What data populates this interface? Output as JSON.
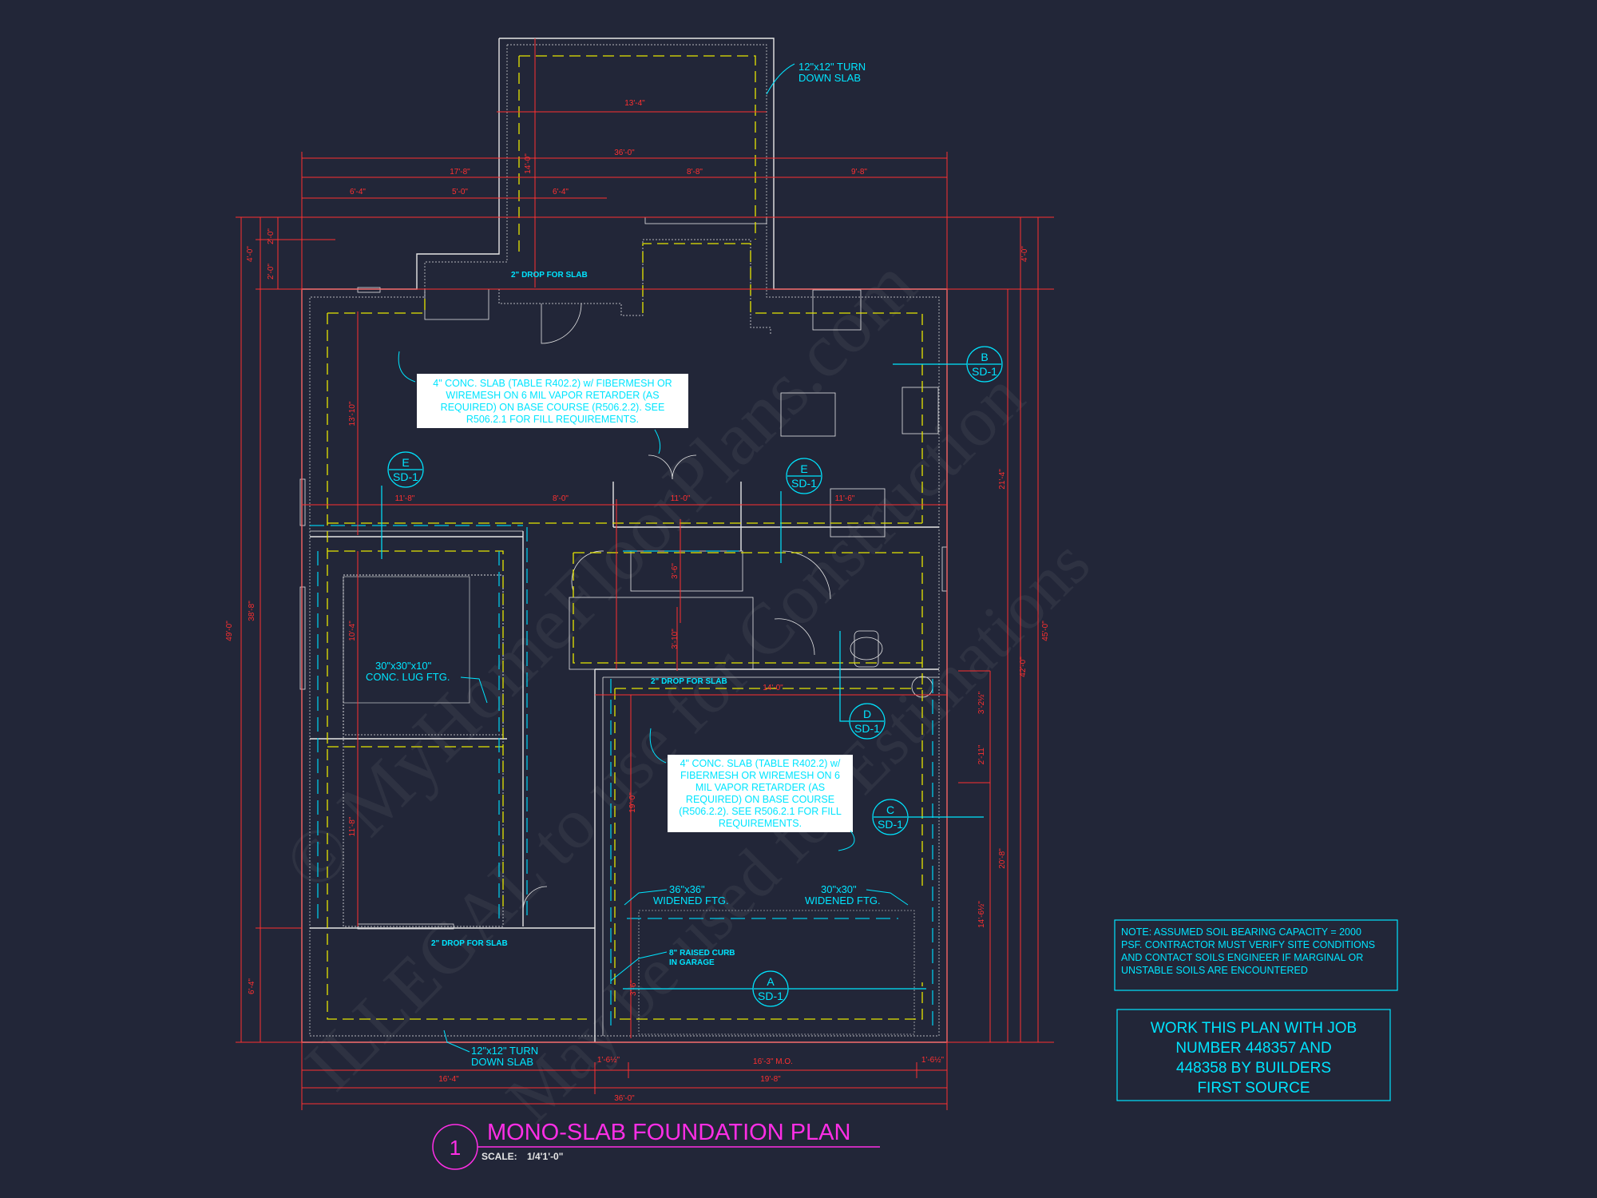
{
  "title": "MONO-SLAB FOUNDATION PLAN",
  "drawing_number": "1",
  "scale_label": "SCALE:",
  "scale_value": "1/4'1'-0\"",
  "watermark": [
    "© MyHomeFloorPlans.com",
    "ILLEGAL to use for Construction",
    "May be used for Estimations"
  ],
  "dimensions": {
    "top_36": "36'-0\"",
    "top_17_8": "17'-8\"",
    "top_8_8": "8'-8\"",
    "top_9_8": "9'-8\"",
    "top_6_4a": "6'-4\"",
    "top_5_0": "5'-0\"",
    "top_6_4b": "6'-4\"",
    "porch_13_4": "13'-4\"",
    "porch_14_0": "14'-0\"",
    "left_4_0": "4'-0\"",
    "left_2_0a": "2'-0\"",
    "left_2_0b": "2'-0\"",
    "left_49_0": "49'-0\"",
    "left_38_8": "38'-8\"",
    "left_6_4": "6'-4\"",
    "room_13_10": "13'-10\"",
    "room_10_4": "10'-4\"",
    "room_11_8v": "11'-8\"",
    "mid_11_8": "11'-8\"",
    "mid_8_0": "8'-0\"",
    "mid_11_0": "11'-0\"",
    "mid_11_6": "11'-6\"",
    "stair_3_6": "3'-6\"",
    "stair_3_10": "3'-10\"",
    "right_4_0": "4'-0\"",
    "right_21_4": "21'-4\"",
    "right_42_0": "42'-0\"",
    "right_45_0": "45'-0\"",
    "right_3_2": "3'-2½\"",
    "right_2_11": "2'-11\"",
    "right_20_8": "20'-8\"",
    "right_14_6": "14'-6½\"",
    "garage_14_0": "14'-0\"",
    "garage_19_0": "19'-0\"",
    "garage_3_6": "3'-6\"",
    "bot_1_6a": "1'-6½\"",
    "bot_16_3": "16'-3\"  M.O.",
    "bot_1_6b": "1'-6½\"",
    "bot_16_4": "16'-4\"",
    "bot_19_8": "19'-8\"",
    "bot_36": "36'-0\""
  },
  "labels": {
    "turn_down_top_1": "12\"x12\" TURN",
    "turn_down_top_2": "DOWN SLAB",
    "turn_down_bot_1": "12\"x12\" TURN",
    "turn_down_bot_2": "DOWN SLAB",
    "drop_1": "2\" DROP FOR SLAB",
    "drop_2": "2\" DROP FOR SLAB",
    "drop_3": "2\" DROP FOR SLAB",
    "lug_1": "30\"x30\"x10\"",
    "lug_2": "CONC. LUG FTG.",
    "wide36_1": "36\"x36\"",
    "wide36_2": "WIDENED FTG.",
    "wide30_1": "30\"x30\"",
    "wide30_2": "WIDENED FTG.",
    "curb_1": "8\" RAISED CURB",
    "curb_2": "IN GARAGE"
  },
  "slab_note_1": [
    "4\" CONC. SLAB (TABLE R402.2) w/ FIBERMESH OR",
    "WIREMESH ON 6 MIL VAPOR RETARDER (AS",
    "REQUIRED) ON BASE COURSE (R506.2.2). SEE",
    "R506.2.1 FOR FILL REQUIREMENTS."
  ],
  "slab_note_2": [
    "4\" CONC. SLAB (TABLE R402.2) w/",
    "FIBERMESH OR WIREMESH ON 6",
    "MIL VAPOR RETARDER (AS",
    "REQUIRED) ON BASE COURSE",
    "(R506.2.2). SEE R506.2.1 FOR FILL",
    "REQUIREMENTS."
  ],
  "section_tags": [
    {
      "letter": "B",
      "sheet": "SD-1"
    },
    {
      "letter": "E",
      "sheet": "SD-1"
    },
    {
      "letter": "E",
      "sheet": "SD-1"
    },
    {
      "letter": "D",
      "sheet": "SD-1"
    },
    {
      "letter": "C",
      "sheet": "SD-1"
    },
    {
      "letter": "A",
      "sheet": "SD-1"
    }
  ],
  "soil_note": [
    "NOTE: ASSUMED SOIL BEARING CAPACITY = 2000",
    "PSF. CONTRACTOR MUST VERIFY SITE CONDITIONS",
    "AND CONTACT SOILS ENGINEER IF MARGINAL OR",
    "UNSTABLE SOILS ARE ENCOUNTERED"
  ],
  "job_note": [
    "WORK THIS PLAN WITH JOB",
    "NUMBER 448357 AND",
    "448358 BY BUILDERS",
    "FIRST SOURCE"
  ],
  "colors": {
    "background": "#222638",
    "dimension": "#ff3030",
    "annotation": "#00e5ff",
    "slab_edge": "#e6e600",
    "title": "#ff2ee6",
    "walls": "#e6e6e6"
  }
}
